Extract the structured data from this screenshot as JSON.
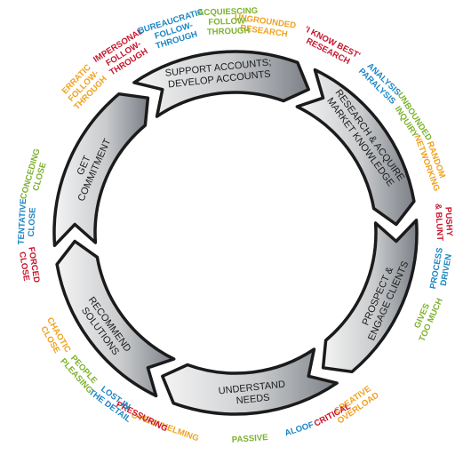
{
  "colors": {
    "blue": "#1d86c4",
    "green": "#7db22d",
    "red": "#c8152c",
    "orange": "#f0a21f",
    "segment_light": "#f4f4f4",
    "segment_dark": "#7c8087",
    "segment_outline": "#1b1b1b"
  },
  "stages": [
    {
      "lines": [
        "RESEARCH & ACQUIRE",
        "MARKET KNOWLEDGE"
      ]
    },
    {
      "lines": [
        "PROSPECT &",
        "ENGAGE CLIENTS"
      ]
    },
    {
      "lines": [
        "UNDERSTAND",
        "NEEDS"
      ]
    },
    {
      "lines": [
        "RECOMMEND",
        "SOLUTIONS"
      ]
    },
    {
      "lines": [
        "GET",
        "COMMITMENT"
      ]
    },
    {
      "lines": [
        "SUPPORT ACCOUNTS;",
        "DEVELOP ACCOUNTS"
      ]
    }
  ],
  "pitfalls": [
    {
      "lines": [
        "UNGROUNDED",
        "RESEARCH"
      ],
      "color": "orange"
    },
    {
      "lines": [
        "'I KNOW BEST'",
        "RESEARCH"
      ],
      "color": "red"
    },
    {
      "lines": [
        "ANALYSIS",
        "PARALYSIS"
      ],
      "color": "blue"
    },
    {
      "lines": [
        "UNBOUNDED",
        "INQUIRY"
      ],
      "color": "green"
    },
    {
      "lines": [
        "RANDOM",
        "NETWORKING"
      ],
      "color": "orange"
    },
    {
      "lines": [
        "PUSHY",
        "& BLUNT"
      ],
      "color": "red"
    },
    {
      "lines": [
        "PROCESS",
        "DRIVEN"
      ],
      "color": "blue"
    },
    {
      "lines": [
        "GIVES",
        "TOO MUCH"
      ],
      "color": "green"
    },
    {
      "lines": [
        "CREATIVE",
        "OVERLOAD"
      ],
      "color": "orange"
    },
    {
      "lines": [
        "CRITICAL"
      ],
      "color": "red"
    },
    {
      "lines": [
        "ALOOF"
      ],
      "color": "blue"
    },
    {
      "lines": [
        "PASSIVE"
      ],
      "color": "green"
    },
    {
      "lines": [
        "OVERWHELMING"
      ],
      "color": "orange"
    },
    {
      "lines": [
        "PRESSURING"
      ],
      "color": "red"
    },
    {
      "lines": [
        "LOST IN",
        "THE DETAIL"
      ],
      "color": "blue"
    },
    {
      "lines": [
        "PEOPLE",
        "PLEASING"
      ],
      "color": "green"
    },
    {
      "lines": [
        "CHAOTIC",
        "CLOSE"
      ],
      "color": "orange"
    },
    {
      "lines": [
        "FORCED",
        "CLOSE"
      ],
      "color": "red"
    },
    {
      "lines": [
        "TENTATIVE",
        "CLOSE"
      ],
      "color": "blue"
    },
    {
      "lines": [
        "CONCEDING",
        "CLOSE"
      ],
      "color": "green"
    },
    {
      "lines": [
        "ERRATIC",
        "FOLLOW-",
        "THROUGH"
      ],
      "color": "orange"
    },
    {
      "lines": [
        "IMPERSONAL",
        "FOLLOW-",
        "THROUGH"
      ],
      "color": "red"
    },
    {
      "lines": [
        "BUREAUCRATIC",
        "FOLLOW-",
        "THROUGH"
      ],
      "color": "blue"
    },
    {
      "lines": [
        "ACQUIESCING",
        "FOLLOW-",
        "THROUGH"
      ],
      "color": "green"
    }
  ]
}
